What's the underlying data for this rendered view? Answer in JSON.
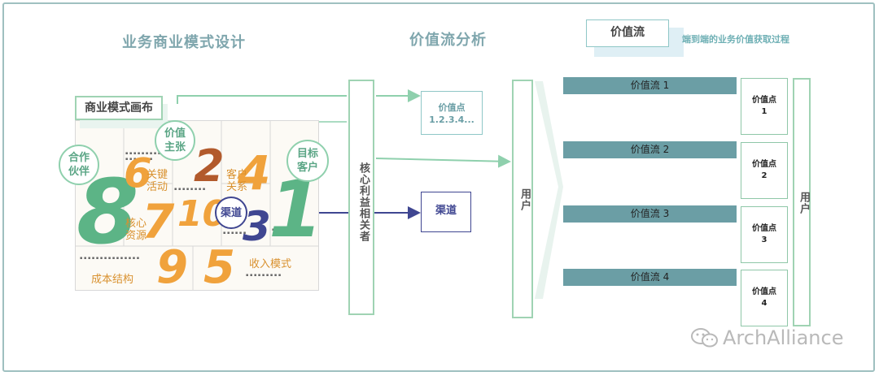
{
  "titles": {
    "left": "业务商业模式设计",
    "middle": "价值流分析",
    "right_box": "价值流",
    "right_desc": "端到端的业务价值获取过程"
  },
  "canvas": {
    "label": "商业模式画布",
    "blocks": {
      "partners": "合作\n伙伴",
      "value_prop": "价值\n主张",
      "target": "目标\n客户",
      "channel": "渠道",
      "key_activities": "关键\n活动",
      "customer_rel": "客户\n关系",
      "key_resources": "核心\n资源",
      "cost": "成本结构",
      "revenue": "收入模式"
    },
    "numbers": [
      "8",
      "6",
      "2",
      "4",
      "1",
      "7",
      "10",
      "3",
      "9",
      "5"
    ]
  },
  "stakeholders": "核心利益相关者",
  "value_point_box": {
    "line1": "价值点",
    "line2": "1.2.3.4..."
  },
  "channel_box": "渠道",
  "user_label_left": "用户",
  "user_label_right": "用户",
  "value_streams": [
    "价值流 1",
    "价值流 2",
    "价值流 3",
    "价值流 4"
  ],
  "value_points": [
    {
      "label": "价值点",
      "num": "1"
    },
    {
      "label": "价值点",
      "num": "2"
    },
    {
      "label": "价值点",
      "num": "3"
    },
    {
      "label": "价值点",
      "num": "4"
    }
  ],
  "watermark": "ArchAlliance",
  "colors": {
    "green": "#9fd3b3",
    "orange": "#f0a23c",
    "brown": "#b25a2c",
    "navy": "#3f4691",
    "teal_bar": "#6b9ea5",
    "canvas_green": "#5cb486"
  }
}
